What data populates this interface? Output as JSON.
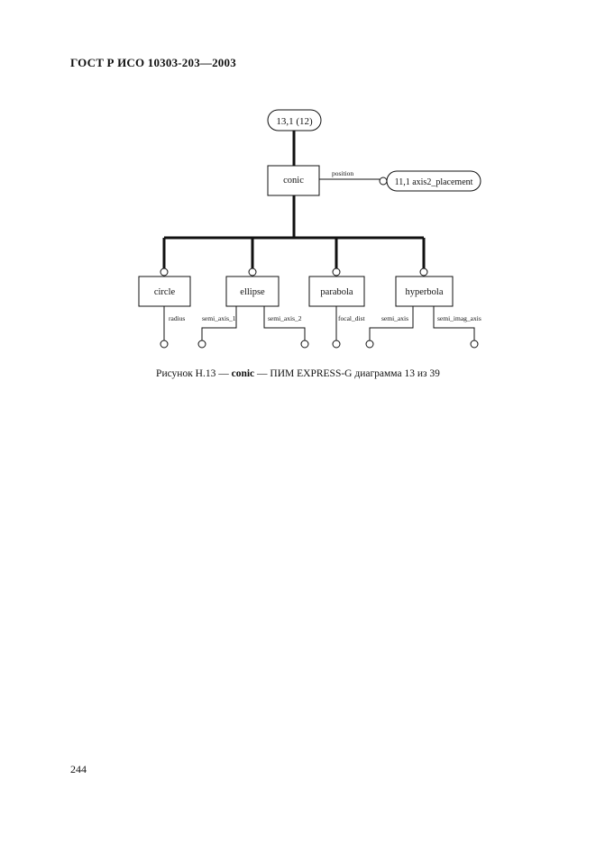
{
  "header": {
    "doc_title": "ГОСТ Р ИСО 10303-203—2003"
  },
  "diagram": {
    "page_ref": "13,1 (12)",
    "root_entity": "conic",
    "position_label": "position",
    "ref_target": "11,1 axis2_placement",
    "subtypes": [
      {
        "name": "circle"
      },
      {
        "name": "ellipse"
      },
      {
        "name": "parabola"
      },
      {
        "name": "hyperbola"
      }
    ],
    "attributes": {
      "radius": "radius",
      "semi_axis_1": "semi_axis_1",
      "semi_axis_2": "semi_axis_2",
      "focal_dist": "focal_dist",
      "semi_axis": "semi_axis",
      "semi_imag_axis": "semi_imag_axis"
    }
  },
  "caption": {
    "prefix": "Рисунок Н.13 — ",
    "entity": "conic",
    "suffix": " — ПИМ EXPRESS-G диаграмма 13 из 39"
  },
  "footer": {
    "page_number": "244"
  }
}
